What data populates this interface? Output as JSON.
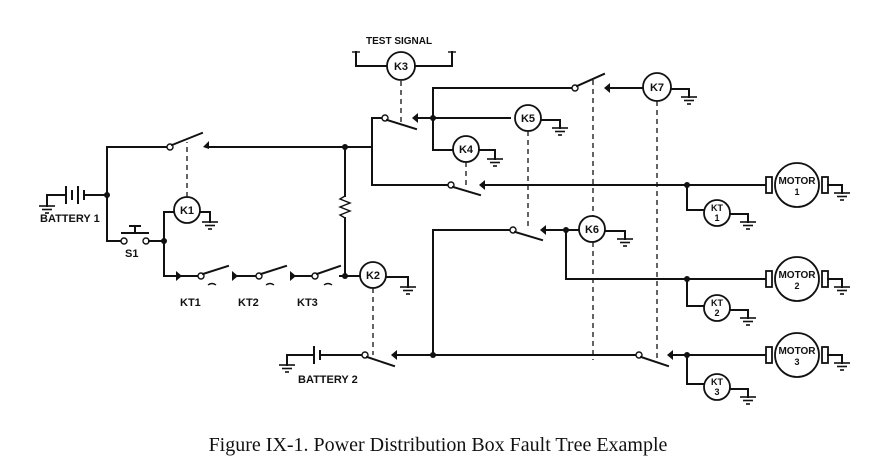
{
  "caption": "Figure IX-1.  Power Distribution Box Fault Tree Example",
  "labels": {
    "test_signal": "TEST SIGNAL",
    "battery1": "BATTERY 1",
    "battery2": "BATTERY 2",
    "s1": "S1",
    "kt1": "KT1",
    "kt2": "KT2",
    "kt3": "KT3"
  },
  "relays": {
    "k1": "K1",
    "k2": "K2",
    "k3": "K3",
    "k4": "K4",
    "k5": "K5",
    "k6": "K6",
    "k7": "K7"
  },
  "timers": {
    "kt_1": {
      "name": "KT",
      "num": "1"
    },
    "kt_2": {
      "name": "KT",
      "num": "2"
    },
    "kt_3": {
      "name": "KT",
      "num": "3"
    }
  },
  "motors": {
    "m1": {
      "name": "MOTOR",
      "num": "1"
    },
    "m2": {
      "name": "MOTOR",
      "num": "2"
    },
    "m3": {
      "name": "MOTOR",
      "num": "3"
    }
  }
}
